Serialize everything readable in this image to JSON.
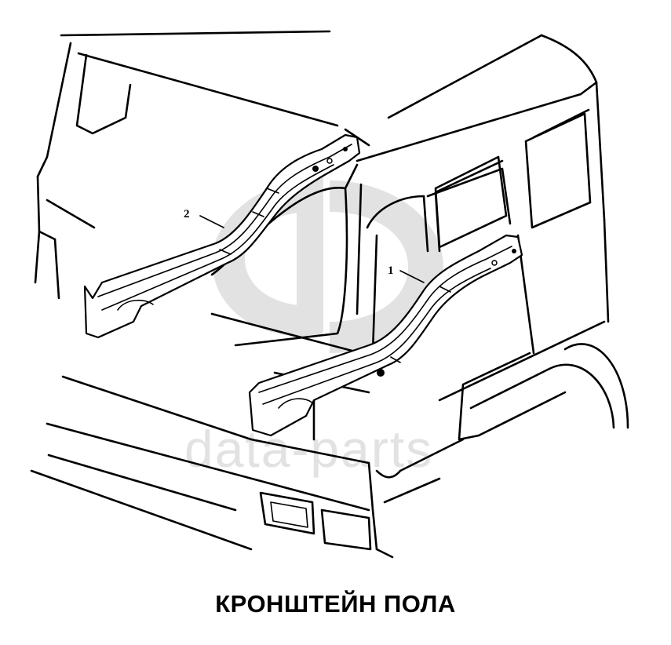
{
  "caption": "КРОНШТЕЙН ПОЛА",
  "callouts": [
    {
      "number": "1",
      "part": "floor-bracket-right"
    },
    {
      "number": "2",
      "part": "floor-bracket-left"
    }
  ],
  "watermark": {
    "text": "data-parts",
    "color": "#e2e2e2"
  },
  "colors": {
    "line": "#000000",
    "background": "#ffffff",
    "watermark": "#e2e2e2"
  }
}
